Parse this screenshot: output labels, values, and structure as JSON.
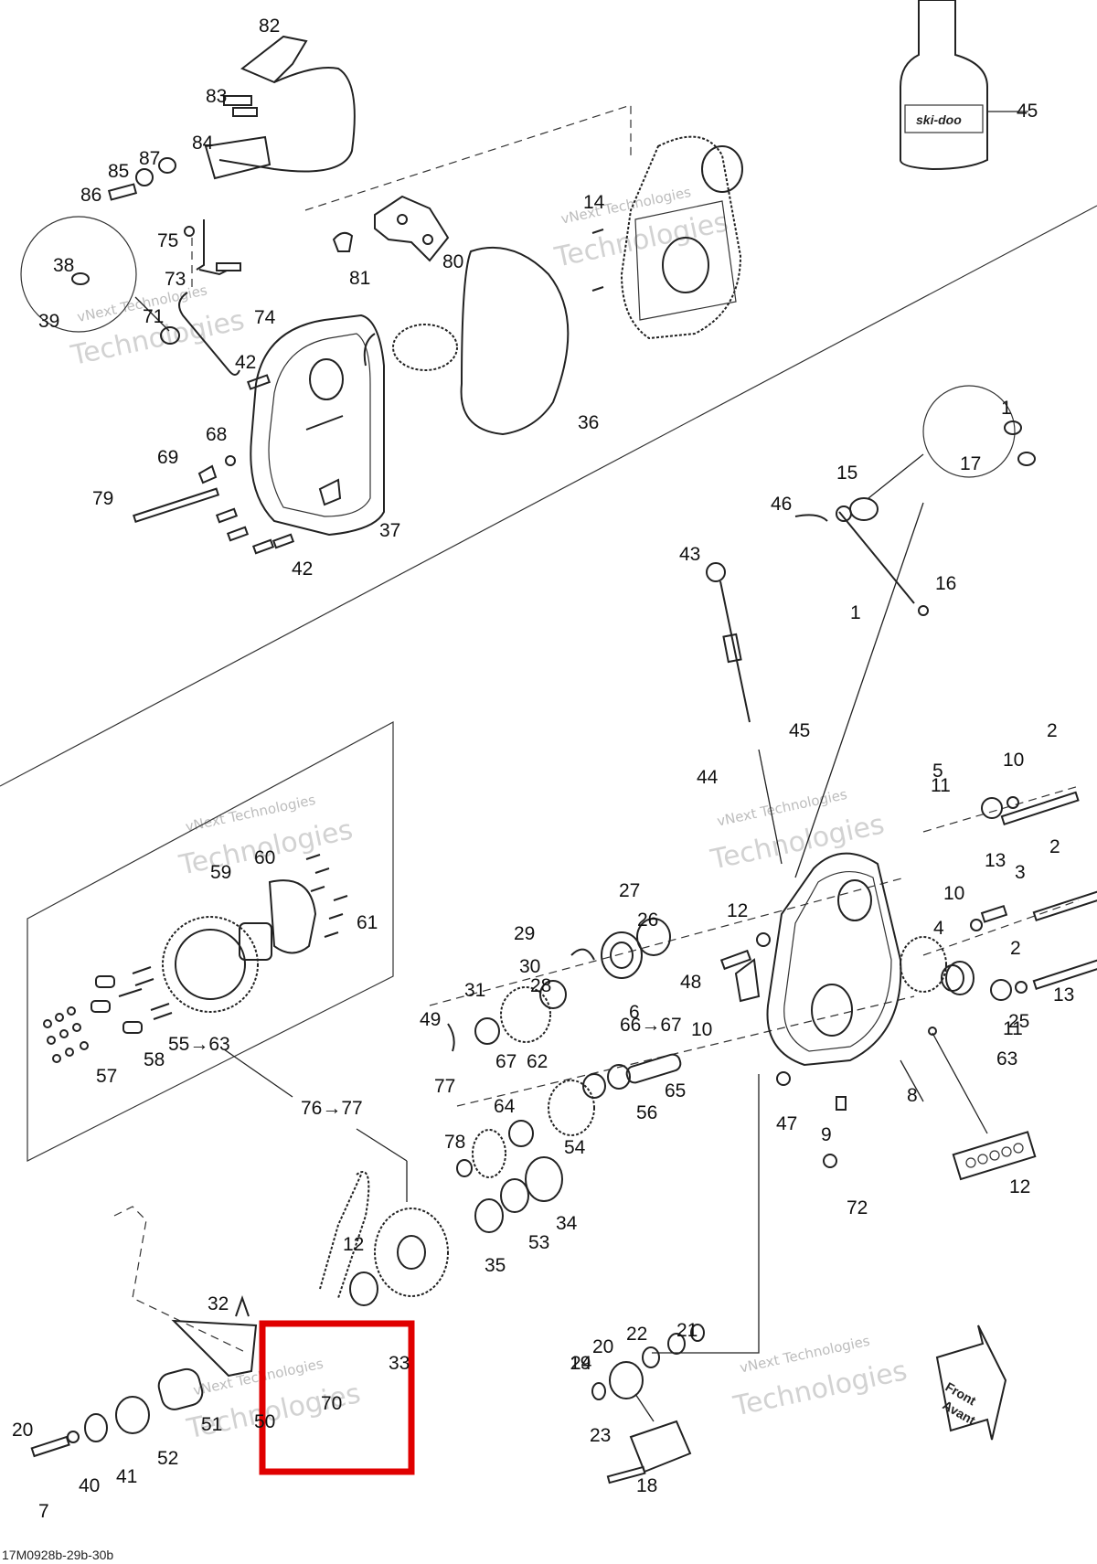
{
  "diagram": {
    "reference_code": "17M0928b-29b-30b",
    "watermark_line1": "vNext Technologies",
    "watermark_line2": "Technologies",
    "bottle_label": "ski-doo",
    "front_label_1": "Front",
    "front_label_2": "Avant",
    "highlight_color": "#e00000",
    "callouts": [
      "82",
      "83",
      "84",
      "85",
      "87",
      "86",
      "75",
      "73",
      "74",
      "71",
      "38",
      "39",
      "42",
      "69",
      "68",
      "79",
      "37",
      "42b",
      "81",
      "80",
      "36",
      "14",
      "45",
      "1",
      "17",
      "46",
      "15",
      "43",
      "16",
      "1b",
      "45b",
      "44",
      "2",
      "10",
      "5",
      "11",
      "13",
      "3",
      "10b",
      "12",
      "2b",
      "4",
      "13b",
      "2c",
      "25",
      "27",
      "26",
      "29",
      "28",
      "30",
      "31",
      "49",
      "48",
      "10c",
      "6",
      "11b",
      "63",
      "66→67",
      "67",
      "62",
      "65",
      "56",
      "59",
      "60",
      "61",
      "57",
      "58",
      "55→63",
      "76→77",
      "77",
      "64",
      "78",
      "54",
      "34",
      "53",
      "35",
      "12b",
      "47",
      "9",
      "8",
      "12c",
      "72",
      "32",
      "33",
      "70",
      "50",
      "51",
      "52",
      "41",
      "40",
      "7",
      "20",
      "19",
      "21",
      "22",
      "20b",
      "24",
      "23",
      "18"
    ]
  }
}
